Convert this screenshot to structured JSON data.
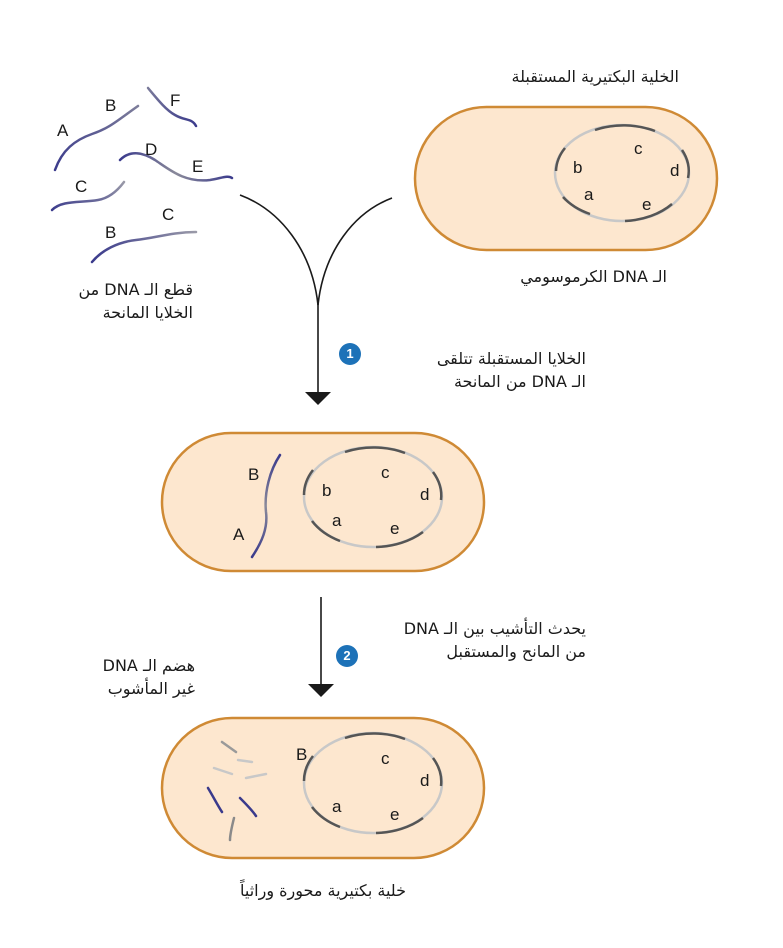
{
  "labels": {
    "recipient_cell": "الخلية البكتيرية المستقبلة",
    "chromosomal_dna": "الـ DNA الكرموسومي",
    "donor_fragments_line1": "قطع الـ DNA من",
    "donor_fragments_line2": "الخلايا المانحة",
    "step1_line1": "الخلايا المستقبلة تتلقى",
    "step1_line2": "الـ DNA من المانحة",
    "step2_line1": "يحدث التأشيب بين الـ DNA",
    "step2_line2": "من المانح والمستقبل",
    "digest_line1": "هضم الـ DNA",
    "digest_line2": "غير المأشوب",
    "modified_cell": "خلية بكتيرية محورة وراثياً"
  },
  "steps": [
    {
      "number": "1"
    },
    {
      "number": "2"
    }
  ],
  "donor_fragments": [
    {
      "labels": [
        "A",
        "B"
      ]
    },
    {
      "labels": [
        "F"
      ]
    },
    {
      "labels": [
        "D",
        "E"
      ]
    },
    {
      "labels": [
        "C"
      ]
    },
    {
      "labels": [
        "B",
        "C"
      ]
    }
  ],
  "chromosome_genes": [
    "a",
    "b",
    "c",
    "d",
    "e"
  ],
  "inserted_fragment_genes": [
    "B",
    "A"
  ],
  "recombined_gene": "B",
  "colors": {
    "cell_fill": "#fde7cf",
    "cell_outline": "#cf8a35",
    "step_badge": "#1d72b8",
    "dna_blue": "#3a3a8c",
    "dna_gray": "#8a8a8a",
    "chromosome_dark": "#555555",
    "chromosome_light": "#c8c8c8"
  }
}
